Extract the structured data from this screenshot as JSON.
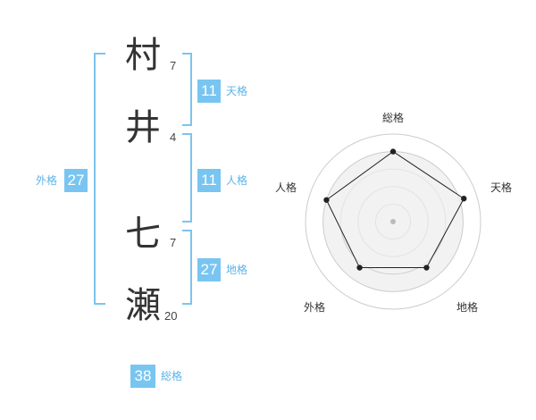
{
  "name": {
    "chars": [
      {
        "char": "村",
        "strokes": "7"
      },
      {
        "char": "井",
        "strokes": "4"
      },
      {
        "char": "七",
        "strokes": "7"
      },
      {
        "char": "瀬",
        "strokes": "20"
      }
    ]
  },
  "kaku": {
    "ten": {
      "value": "11",
      "label": "天格"
    },
    "jin": {
      "value": "11",
      "label": "人格"
    },
    "chi": {
      "value": "27",
      "label": "地格"
    },
    "gai": {
      "value": "27",
      "label": "外格"
    },
    "sou": {
      "value": "38",
      "label": "総格"
    }
  },
  "radar": {
    "labels": [
      "総格",
      "天格",
      "地格",
      "外格",
      "人格"
    ],
    "values": [
      0.8,
      0.85,
      0.65,
      0.65,
      0.8
    ],
    "colors": {
      "fill": "#f2f2f2",
      "line": "#222222",
      "ring": "#cccccc"
    }
  },
  "colors": {
    "accent": "#79c5f1",
    "accent_text": "#5db3e8",
    "bracket": "#7cc4ef"
  }
}
